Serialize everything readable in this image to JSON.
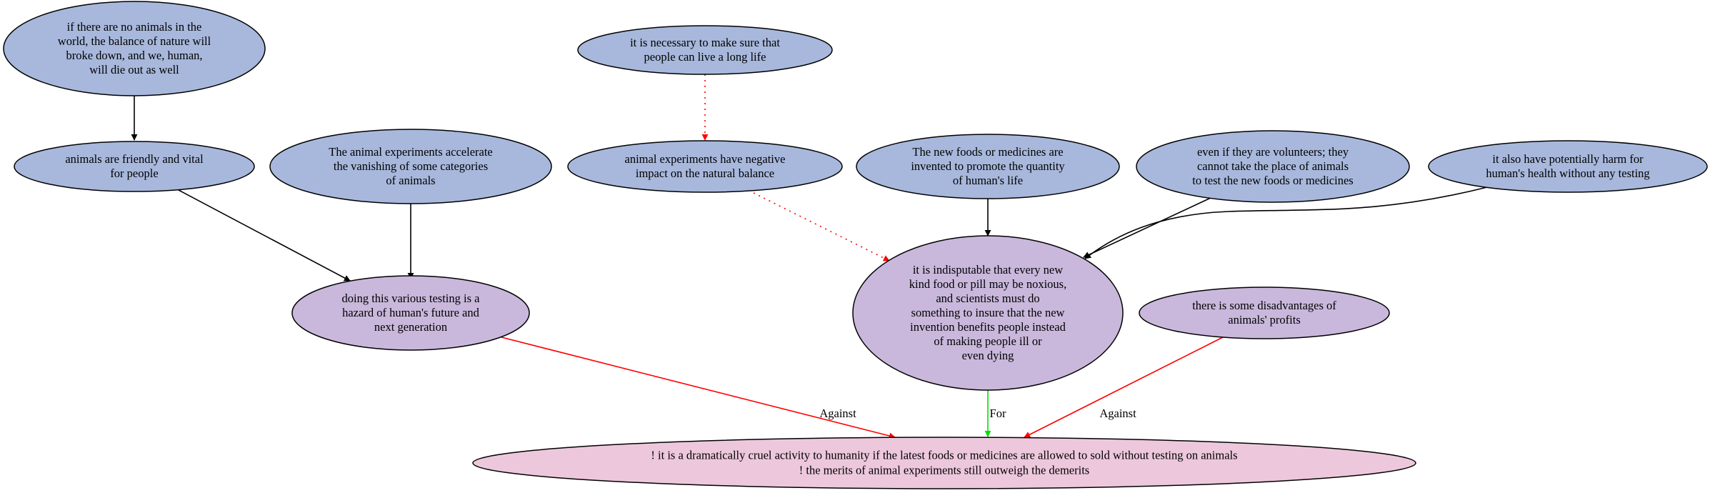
{
  "colors": {
    "premise": "#a8b8dc",
    "intermediate": "#c9b8dc",
    "conclusion": "#edc8dc",
    "edge_default": "#000000",
    "edge_against": "#ff0000",
    "edge_for": "#00e000"
  },
  "nodes": {
    "n1": {
      "lines": [
        "if there are no animals in the",
        "world, the balance of nature will",
        "broke down, and we, human,",
        "will die out as well"
      ]
    },
    "n2": {
      "lines": [
        "animals are friendly and vital",
        "for people"
      ]
    },
    "n3": {
      "lines": [
        "The animal experiments accelerate",
        "the vanishing of some categories",
        "of animals"
      ]
    },
    "n4": {
      "lines": [
        "it is necessary to make sure that",
        "people can live a long life"
      ]
    },
    "n5": {
      "lines": [
        "animal experiments have negative",
        "impact on the natural balance"
      ]
    },
    "n6": {
      "lines": [
        "The new foods or medicines are",
        "invented to promote the quantity",
        "of human's life"
      ]
    },
    "n7": {
      "lines": [
        "even if they are volunteers; they",
        "cannot take the place of animals",
        "to test the new foods or medicines"
      ]
    },
    "n8": {
      "lines": [
        "it also have potentially harm for",
        "human's health without any testing"
      ]
    },
    "n9": {
      "lines": [
        "doing this various testing is a",
        "hazard of human's future and",
        "next generation"
      ]
    },
    "n10": {
      "lines": [
        "it is indisputable that every new",
        "kind food or pill may be noxious,",
        "and scientists must do",
        "something to insure that the new",
        "invention benefits people instead",
        "of making people ill or",
        "even dying"
      ]
    },
    "n11": {
      "lines": [
        "there is some disadvantages of",
        "animals' profits"
      ]
    },
    "n12": {
      "lines": [
        "! it is a dramatically cruel activity to humanity if the latest foods or medicines are allowed to sold without testing on animals",
        "! the merits of animal experiments still outweigh the demerits"
      ]
    }
  },
  "edge_labels": {
    "e_against_left": "Against",
    "e_for": "For",
    "e_against_right": "Against"
  }
}
